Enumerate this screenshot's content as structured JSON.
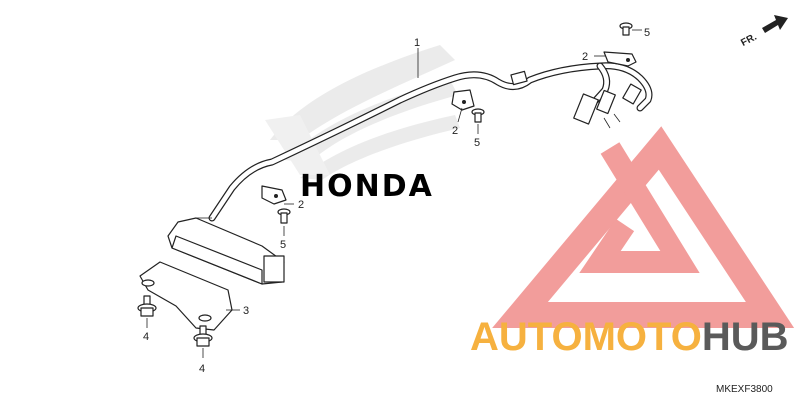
{
  "diagram": {
    "callouts": [
      {
        "id": "harness",
        "number": "1"
      },
      {
        "id": "clamp-top",
        "number": "2"
      },
      {
        "id": "clamp-mid",
        "number": "2"
      },
      {
        "id": "clamp-low",
        "number": "2"
      },
      {
        "id": "stay",
        "number": "3"
      },
      {
        "id": "bolt-left",
        "number": "4"
      },
      {
        "id": "bolt-right",
        "number": "4"
      },
      {
        "id": "screw-top",
        "number": "5"
      },
      {
        "id": "screw-mid",
        "number": "5"
      },
      {
        "id": "screw-low",
        "number": "5"
      }
    ],
    "direction_label": "FR.",
    "part_code": "MKEXF3800"
  },
  "watermark": {
    "brand_part1": "AUTOMOTO",
    "brand_part2": "HUB",
    "honda_wordmark": "HONDA",
    "colors": {
      "triangle": "#f08c8a",
      "auto": "#f6b13f",
      "hub": "#5a5a5a",
      "honda": "#d9d9d9"
    }
  }
}
